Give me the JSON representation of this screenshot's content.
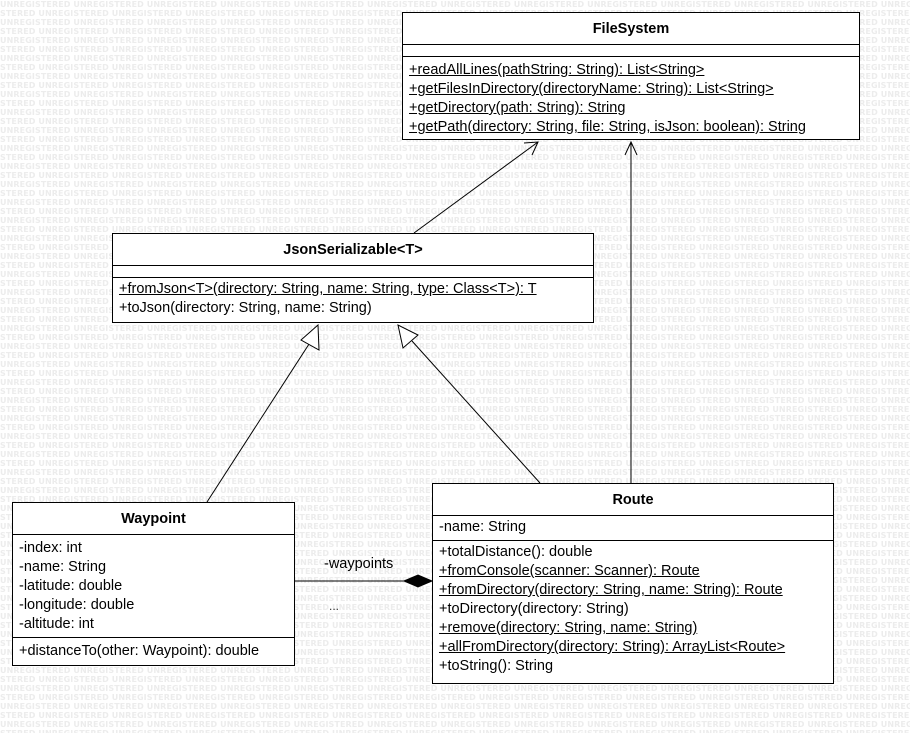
{
  "watermark": "UNREGISTERED",
  "classes": {
    "filesystem": {
      "name": "FileSystem",
      "methods": [
        "+readAllLines(pathString: String): List<String>",
        "+getFilesInDirectory(directoryName: String): List<String>",
        "+getDirectory(path: String): String",
        "+getPath(directory: String, file: String, isJson: boolean): String"
      ]
    },
    "jsonserializable": {
      "name": "JsonSerializable<T>",
      "methods": [
        "+fromJson<T>(directory: String, name: String, type: Class<T>): T",
        "+toJson(directory: String, name: String)"
      ]
    },
    "waypoint": {
      "name": "Waypoint",
      "attributes": [
        "-index: int",
        "-name: String",
        "-latitude: double",
        "-longitude: double",
        "-altitude: int"
      ],
      "methods": [
        "+distanceTo(other: Waypoint): double"
      ]
    },
    "route": {
      "name": "Route",
      "attributes": [
        "-name: String"
      ],
      "methods": [
        "+totalDistance(): double",
        "+fromConsole(scanner: Scanner): Route",
        "+fromDirectory(directory: String, name: String): Route",
        "+toDirectory(directory: String)",
        "+remove(directory: String, name: String)",
        "+allFromDirectory(directory: String): ArrayList<Route>",
        "+toString(): String"
      ]
    }
  },
  "associations": {
    "waypoints_role": "-waypoints",
    "waypoints_multiplicity": "..."
  }
}
